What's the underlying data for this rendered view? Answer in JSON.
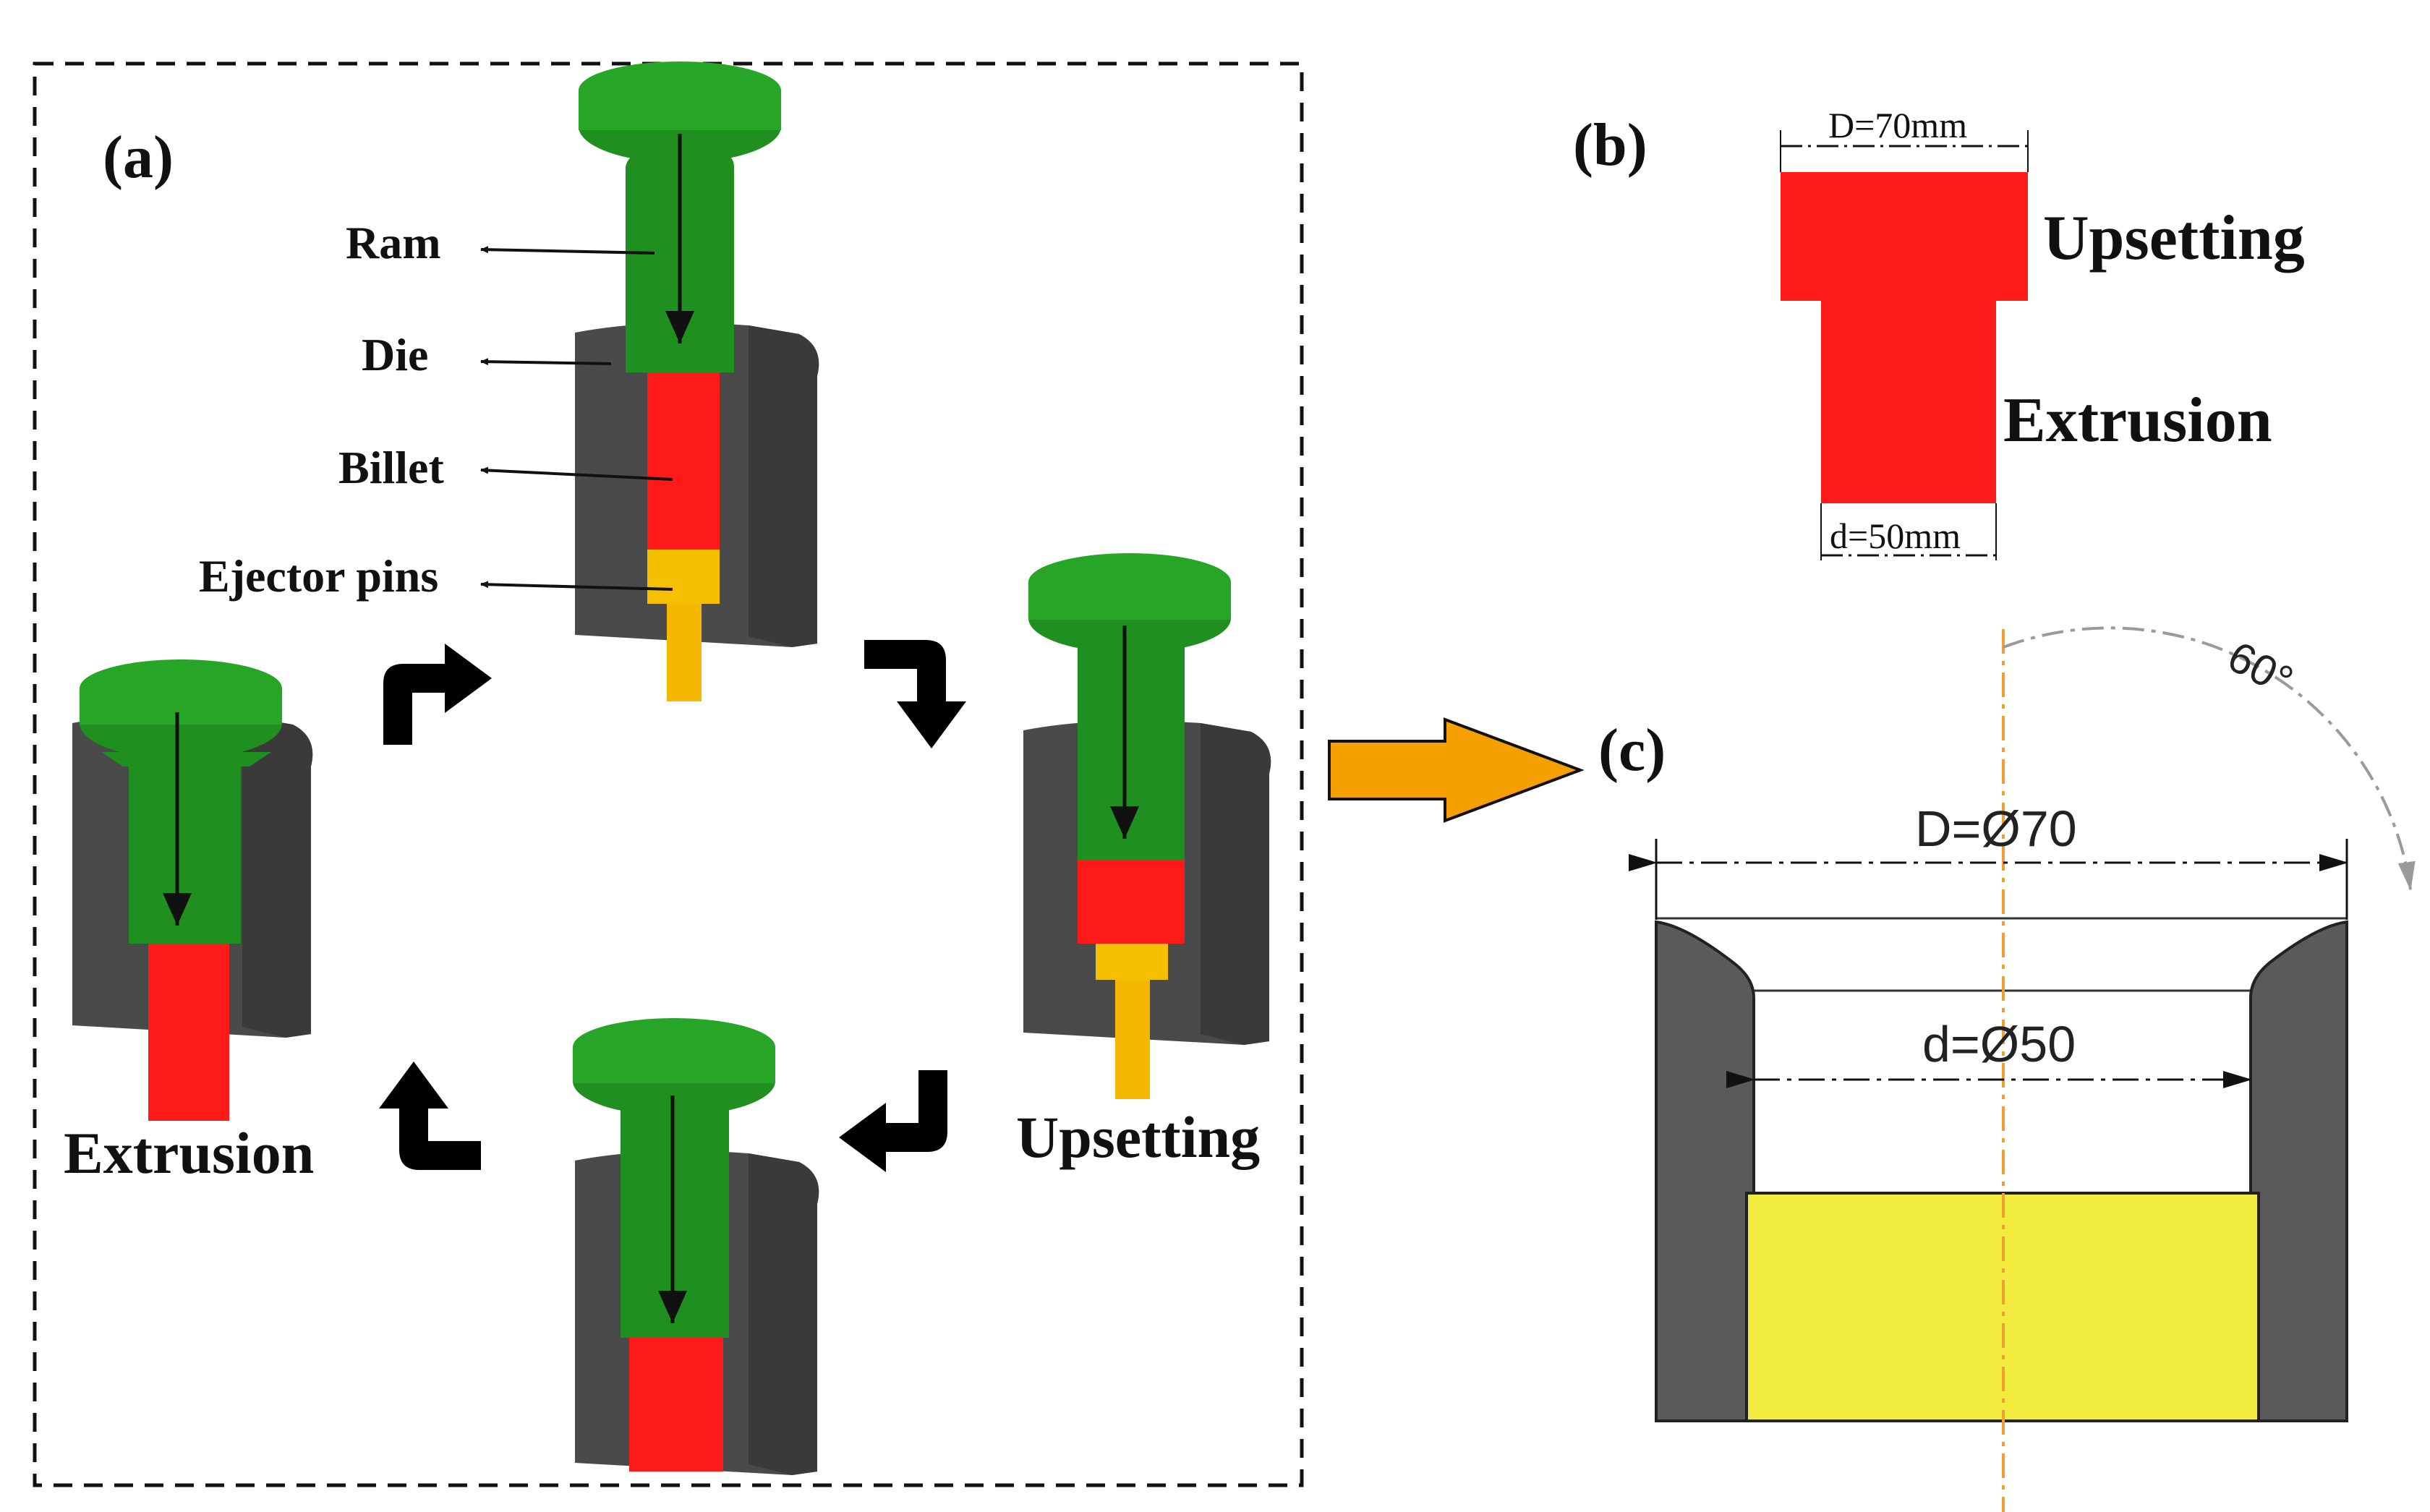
{
  "panel_a": {
    "tag": "(a)",
    "labels": {
      "ram": "Ram",
      "die": "Die",
      "billet": "Billet",
      "ejector": "Ejector pins"
    },
    "stage_upsetting": "Upsetting",
    "stage_extrusion": "Extrusion"
  },
  "panel_b": {
    "tag": "(b)",
    "top_dim": "D=70mm",
    "bottom_dim": "d=50mm",
    "upper_label": "Upsetting",
    "lower_label": "Extrusion"
  },
  "panel_c": {
    "tag": "(c)",
    "outer_dim": "D=Ø70",
    "inner_dim": "d=Ø50",
    "angle": "60°"
  },
  "colors": {
    "ram": "#1f8f1f",
    "ram_light": "#27a527",
    "die": "#4a4a4a",
    "billet": "#ff1a1a",
    "ejector": "#f5b800",
    "workpiece": "#f2ec40",
    "arrow": "#f5a000",
    "axis": "#f0a030"
  }
}
